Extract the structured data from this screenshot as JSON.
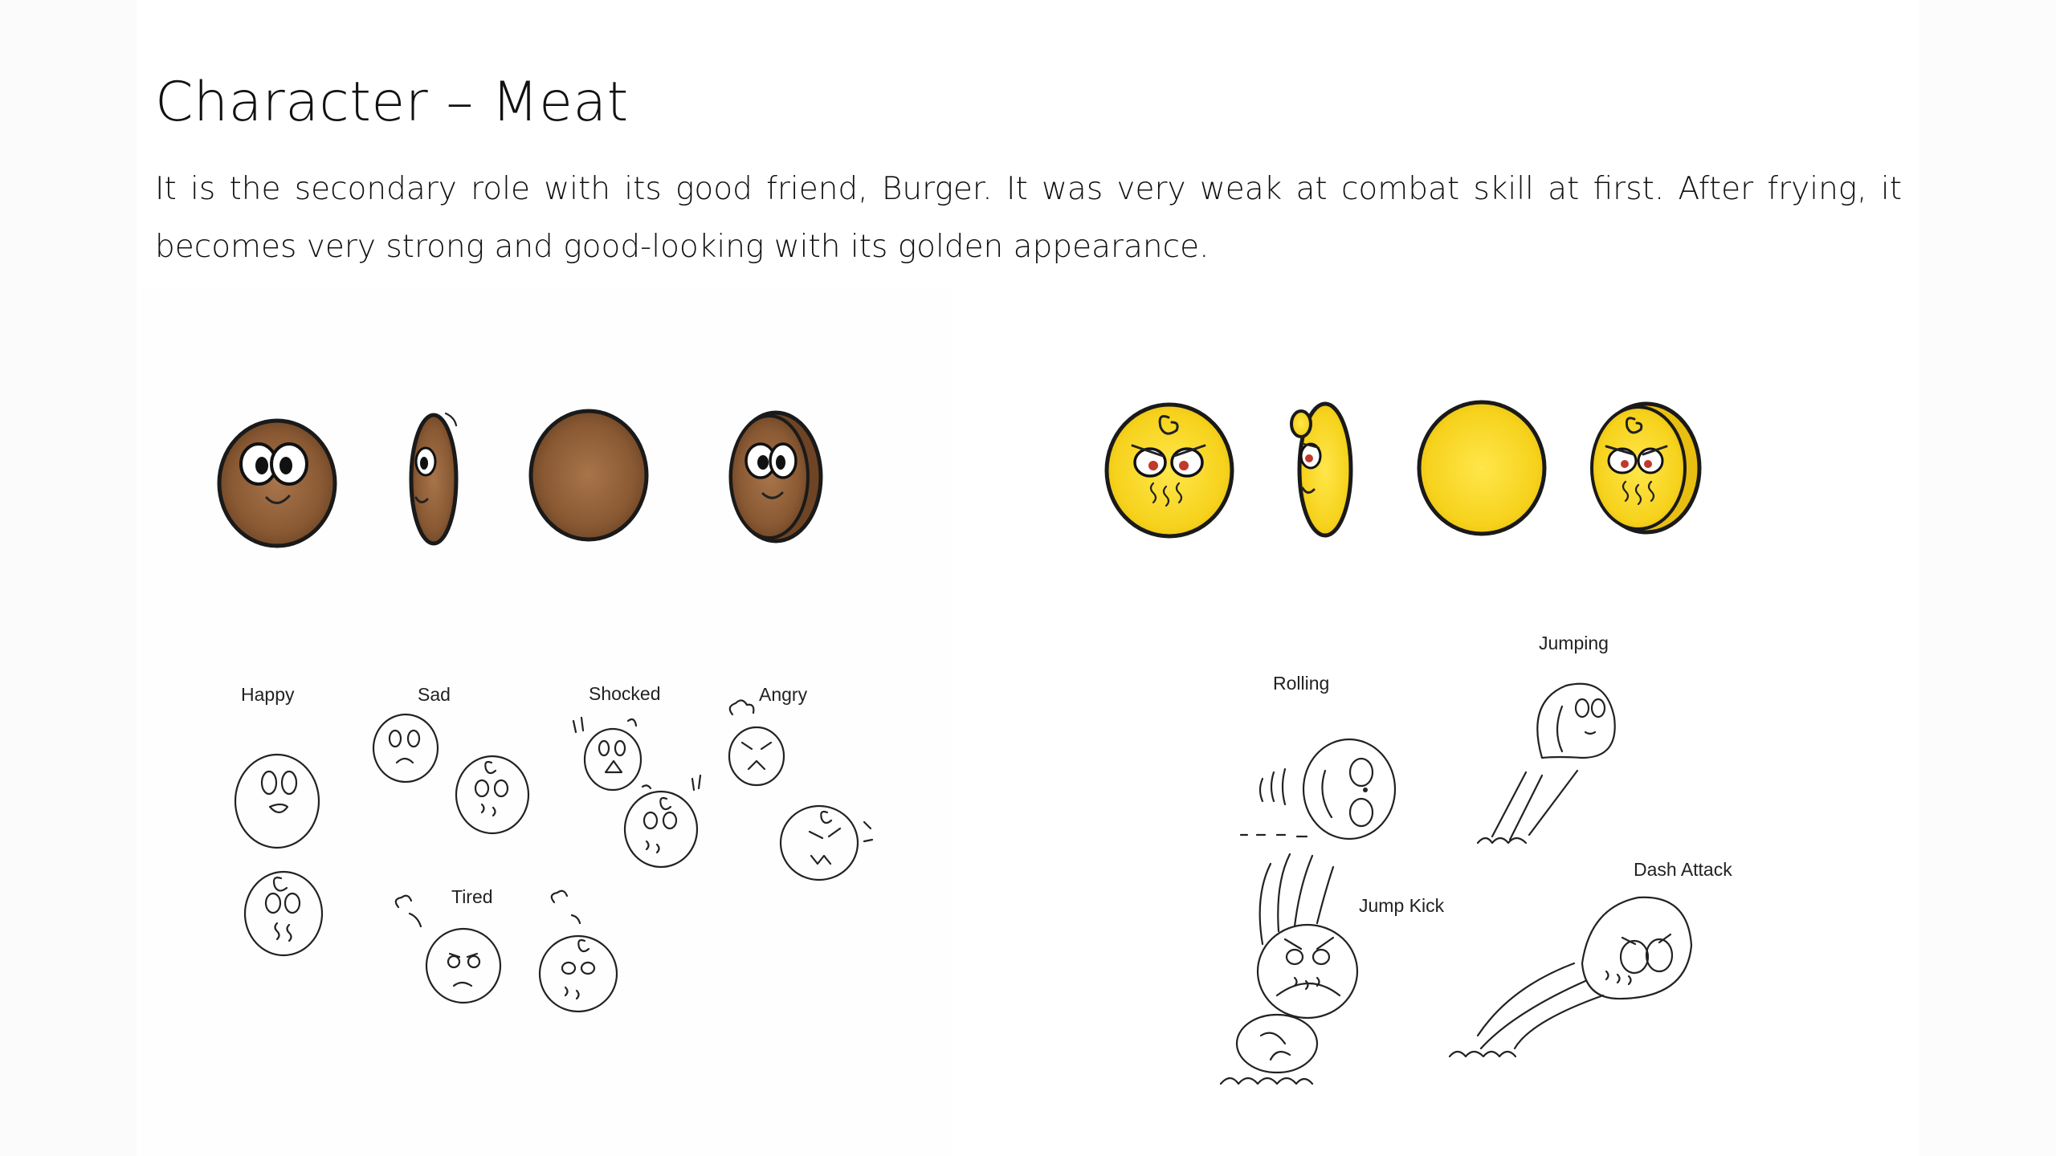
{
  "page": {
    "title": "Character – Meat",
    "description": "It is the secondary role with its good friend, Burger. It was very weak at combat skill at first. After frying, it becomes very strong and good-looking with its golden appearance."
  },
  "colors": {
    "raw_meat": "#8a5a34",
    "fried_meat": "#f6d21c",
    "outline": "#1a1a1a",
    "angry_eye": "#c0392b"
  },
  "expressions": {
    "happy": "Happy",
    "sad": "Sad",
    "shocked": "Shocked",
    "angry": "Angry",
    "tired": "Tired"
  },
  "actions": {
    "rolling": "Rolling",
    "jumping": "Jumping",
    "jump_kick": "Jump Kick",
    "dash_attack": "Dash Attack"
  }
}
